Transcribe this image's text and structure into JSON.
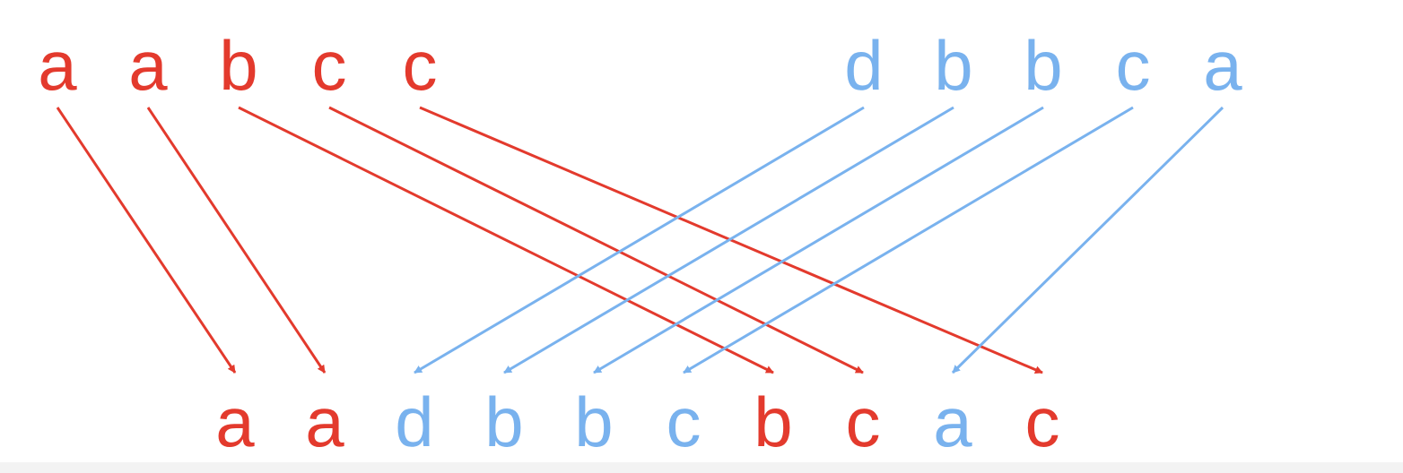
{
  "colors": {
    "red": "#e33a2d",
    "blue": "#79b2ee",
    "background": "#ffffff"
  },
  "source_red": {
    "letters": [
      "a",
      "a",
      "b",
      "c",
      "c"
    ]
  },
  "source_blue": {
    "letters": [
      "d",
      "b",
      "b",
      "c",
      "a"
    ]
  },
  "result": {
    "letters": [
      {
        "char": "a",
        "color": "red"
      },
      {
        "char": "a",
        "color": "red"
      },
      {
        "char": "d",
        "color": "blue"
      },
      {
        "char": "b",
        "color": "blue"
      },
      {
        "char": "b",
        "color": "blue"
      },
      {
        "char": "c",
        "color": "blue"
      },
      {
        "char": "b",
        "color": "red"
      },
      {
        "char": "c",
        "color": "red"
      },
      {
        "char": "a",
        "color": "blue"
      },
      {
        "char": "c",
        "color": "red"
      }
    ]
  },
  "mappings": [
    {
      "from_group": "red",
      "from_index": 0,
      "to_index": 0
    },
    {
      "from_group": "red",
      "from_index": 1,
      "to_index": 1
    },
    {
      "from_group": "red",
      "from_index": 2,
      "to_index": 6
    },
    {
      "from_group": "red",
      "from_index": 3,
      "to_index": 7
    },
    {
      "from_group": "red",
      "from_index": 4,
      "to_index": 9
    },
    {
      "from_group": "blue",
      "from_index": 0,
      "to_index": 2
    },
    {
      "from_group": "blue",
      "from_index": 1,
      "to_index": 3
    },
    {
      "from_group": "blue",
      "from_index": 2,
      "to_index": 4
    },
    {
      "from_group": "blue",
      "from_index": 3,
      "to_index": 5
    },
    {
      "from_group": "blue",
      "from_index": 4,
      "to_index": 8
    }
  ]
}
